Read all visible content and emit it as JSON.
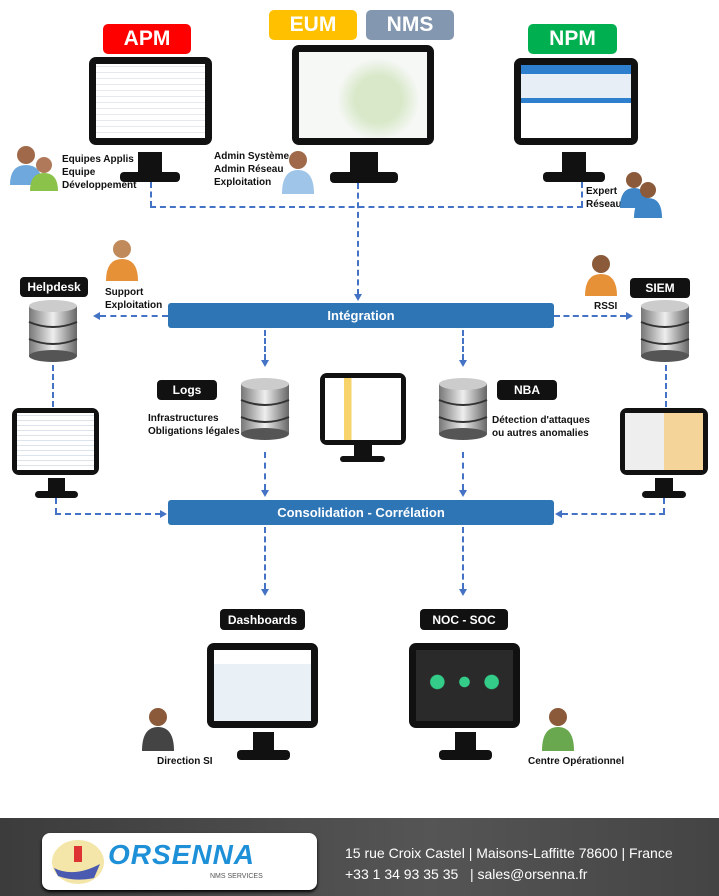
{
  "badges": {
    "apm": "APM",
    "eum": "EUM",
    "nms": "NMS",
    "npm": "NPM"
  },
  "colors": {
    "apm": "#ff0000",
    "eum": "#ffc000",
    "nms": "#8497b0",
    "npm": "#00b050",
    "bus": "#2e75b6",
    "arrows": "#4472c4"
  },
  "users": {
    "apm": [
      "Equipes Applis",
      "Equipe",
      "Développement"
    ],
    "eum": [
      "Admin Système",
      "Admin Réseau",
      "Exploitation"
    ],
    "npm": [
      "Expert",
      "Réseau"
    ],
    "helpdesk": [
      "Support",
      "Exploitation"
    ],
    "siem": "RSSI",
    "dashboards": "Direction SI",
    "noc": "Centre Opérationnel"
  },
  "bars": {
    "integration": "Intégration",
    "consolidation": "Consolidation - Corrélation"
  },
  "labels": {
    "helpdesk": "Helpdesk",
    "siem": "SIEM",
    "logs": "Logs",
    "nba": "NBA",
    "dashboards": "Dashboards",
    "noc": "NOC - SOC"
  },
  "descriptions": {
    "logs": [
      "Infrastructures",
      "Obligations légales"
    ],
    "nba": [
      "Détection d'attaques",
      "ou autres anomalies"
    ]
  },
  "footer": {
    "logo": "ORSENNA",
    "logo_sub": "NMS SERVICES",
    "address": "15 rue Croix Castel | Maisons-Laffitte 78600 | France",
    "contact": "+33 1 34 93 35 35   | sales@orsenna.fr"
  }
}
